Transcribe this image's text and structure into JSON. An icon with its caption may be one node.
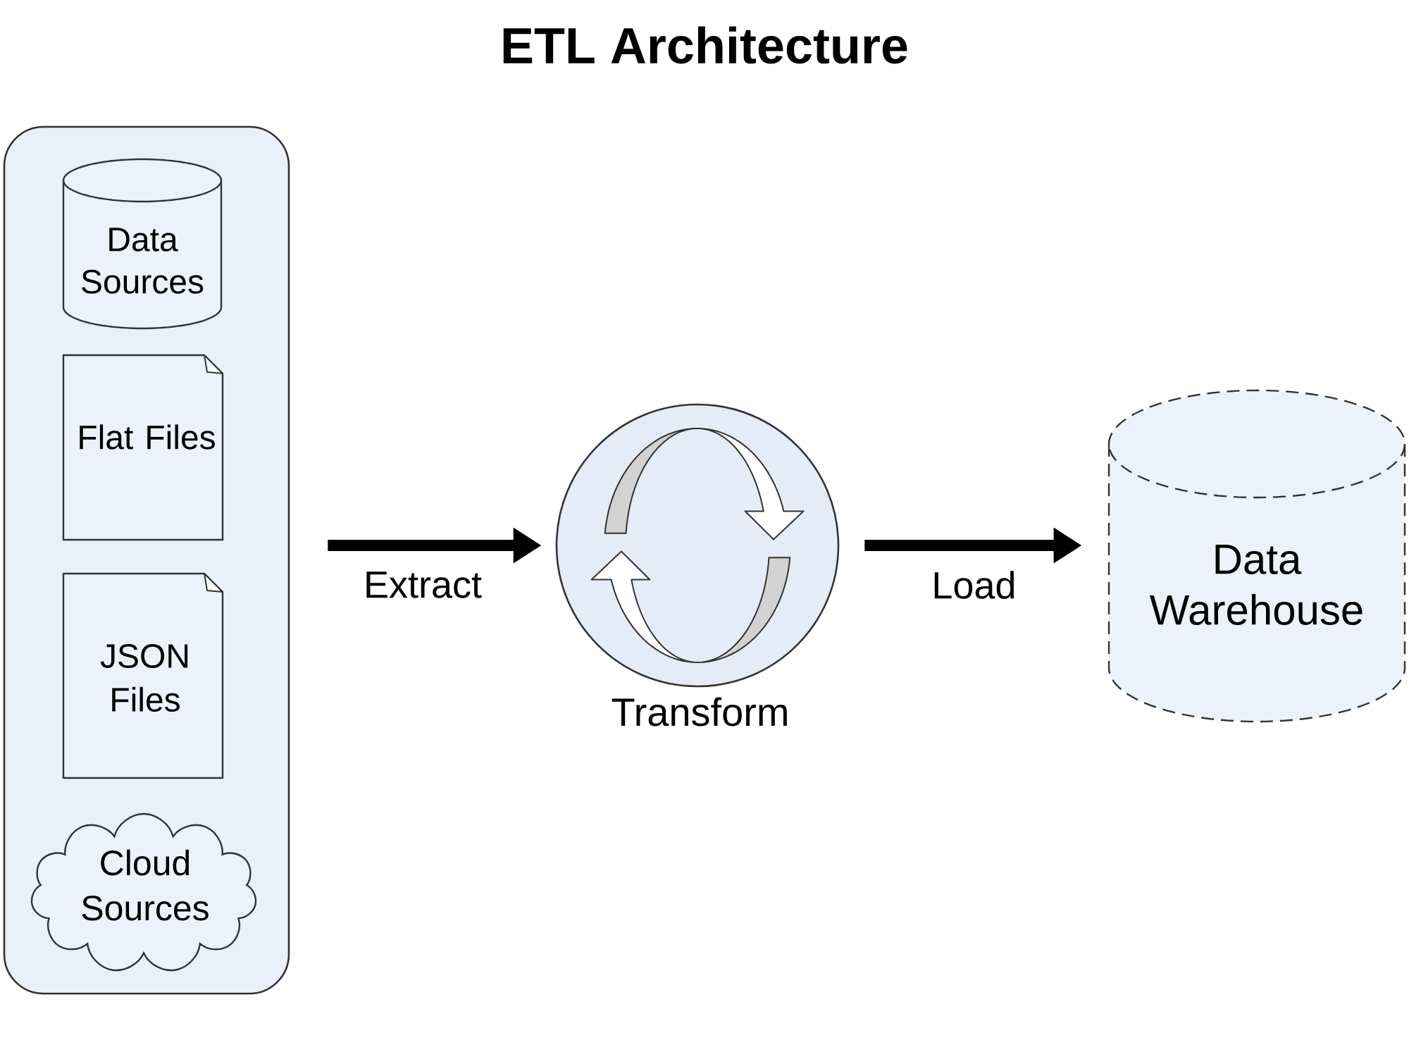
{
  "diagram": {
    "title": "ETL Architecture",
    "nodes": [
      {
        "text": [],
        "shape": "box"
      },
      {
        "text": [
          "Data Sources"
        ],
        "in": 0
      },
      {
        "text": [
          "Flat Files"
        ],
        "in": 0
      },
      {
        "text": [
          "JSON Files"
        ],
        "in": 0
      },
      {
        "text": [
          "Cloud Sources"
        ],
        "in": 0
      },
      {
        "text": [],
        "shape": "circle",
        "beside": [
          "Transform"
        ]
      },
      {
        "text": [
          "Data Warehouse"
        ]
      }
    ],
    "edges": [
      {
        "from": 0,
        "to": 5,
        "arrow": "to",
        "label": "Extract"
      },
      {
        "from": 5,
        "to": 6,
        "arrow": "to",
        "label": "Load"
      }
    ]
  }
}
